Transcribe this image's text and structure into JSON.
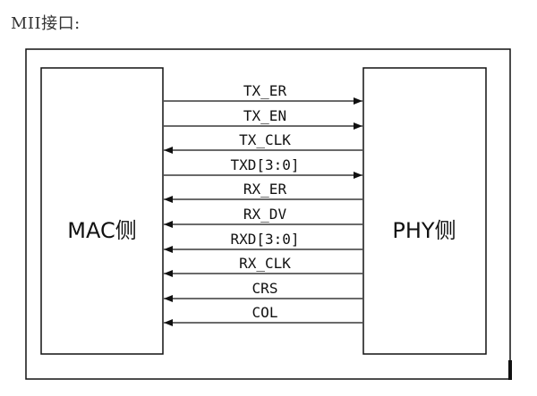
{
  "caption": "MII接口:",
  "mac_block": {
    "label": "MAC侧"
  },
  "phy_block": {
    "label": "PHY侧"
  },
  "signals": [
    {
      "name": "TX_ER",
      "direction": "mac-to-phy"
    },
    {
      "name": "TX_EN",
      "direction": "mac-to-phy"
    },
    {
      "name": "TX_CLK",
      "direction": "phy-to-mac"
    },
    {
      "name": "TXD[3:0]",
      "direction": "mac-to-phy"
    },
    {
      "name": "RX_ER",
      "direction": "phy-to-mac"
    },
    {
      "name": "RX_DV",
      "direction": "phy-to-mac"
    },
    {
      "name": "RXD[3:0]",
      "direction": "phy-to-mac"
    },
    {
      "name": "RX_CLK",
      "direction": "phy-to-mac"
    },
    {
      "name": "CRS",
      "direction": "phy-to-mac"
    },
    {
      "name": "COL",
      "direction": "phy-to-mac"
    }
  ],
  "colors": {
    "line": "#111111",
    "background": "#ffffff",
    "caption": "#333333"
  }
}
